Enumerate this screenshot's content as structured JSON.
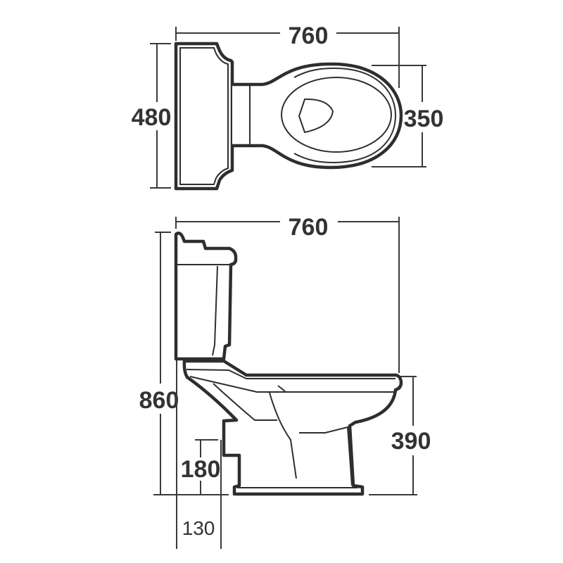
{
  "top_view": {
    "length_label": "760",
    "width_label": "480",
    "bowl_width_label": "350"
  },
  "side_view": {
    "length_label": "760",
    "height_label": "860",
    "seat_height_label": "390",
    "outlet_height_label": "180",
    "outlet_setback_label": "130"
  },
  "colors": {
    "line": "#2e2e2e",
    "background": "#ffffff"
  }
}
